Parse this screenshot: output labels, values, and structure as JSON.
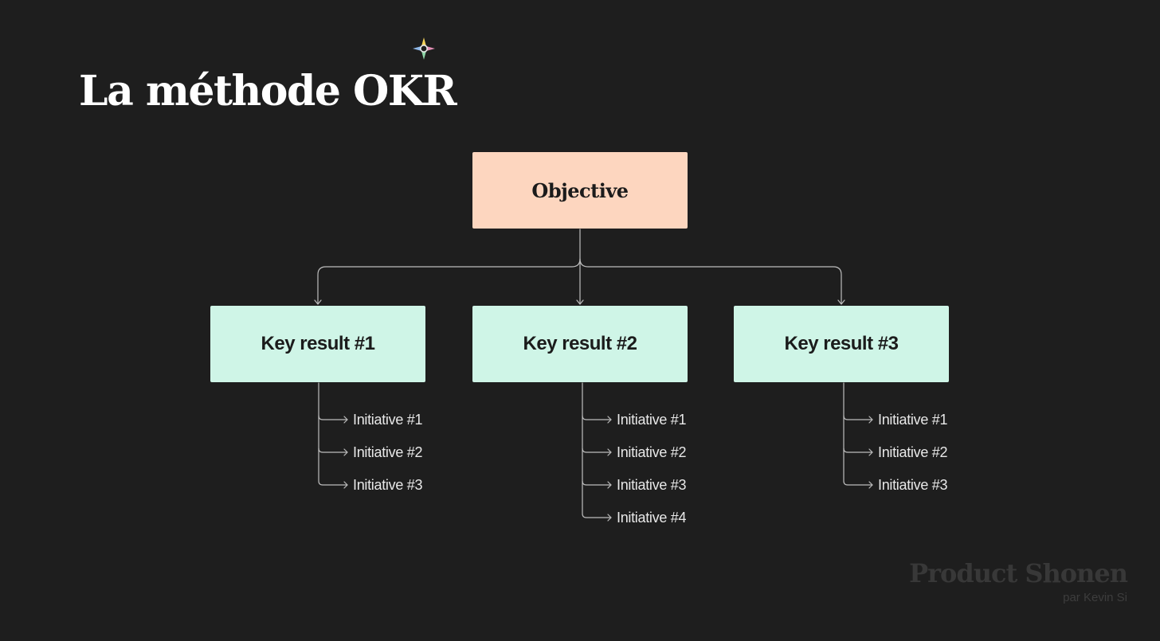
{
  "title": "La méthode OKR",
  "diagram": {
    "objective": {
      "label": "Objective",
      "color": "#fdd6bf"
    },
    "key_results": [
      {
        "label": "Key result #1",
        "color": "#cff5e7",
        "initiatives": [
          "Initiative #1",
          "Initiative #2",
          "Initiative #3"
        ]
      },
      {
        "label": "Key result #2",
        "color": "#cff5e7",
        "initiatives": [
          "Initiative #1",
          "Initiative #2",
          "Initiative #3",
          "Initiative #4"
        ]
      },
      {
        "label": "Key result #3",
        "color": "#cff5e7",
        "initiatives": [
          "Initiative #1",
          "Initiative #2",
          "Initiative #3"
        ]
      }
    ]
  },
  "brand": {
    "name": "Product Shonen",
    "byline": "par Kevin Si"
  },
  "colors": {
    "background": "#1e1e1e",
    "connector": "#bdbdbd",
    "text_light": "#ffffff"
  }
}
